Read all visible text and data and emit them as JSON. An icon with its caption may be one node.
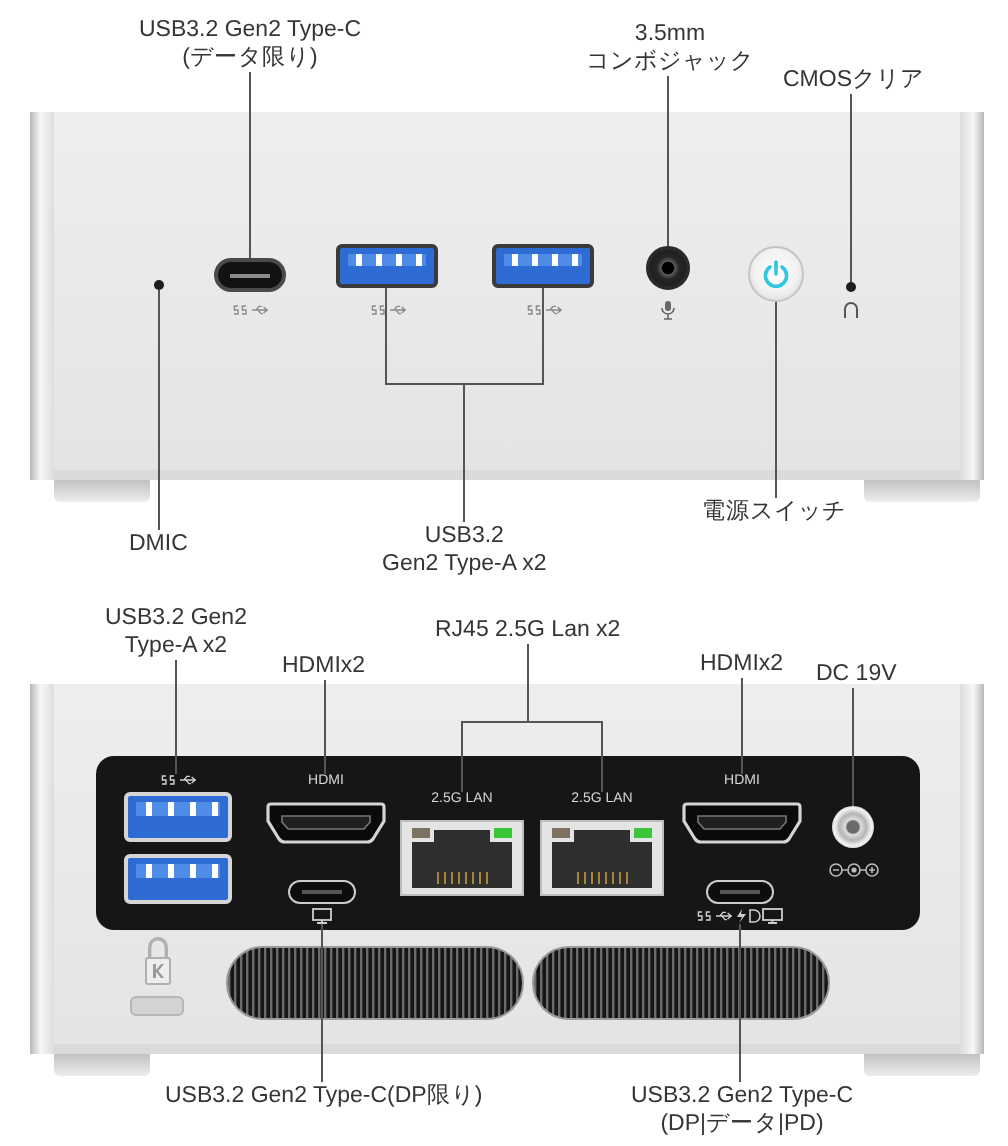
{
  "diagram": {
    "nodes": [
      {
        "text": [
          "USB3.2 Gen2 Type-C (データ限り)"
        ]
      },
      {
        "text": [
          "3.5mm コンボジャック"
        ]
      },
      {
        "text": [
          "CMOSクリア"
        ]
      },
      {
        "text": [],
        "shape": "circle"
      },
      {
        "text": [],
        "shape": "box"
      },
      {
        "text": [],
        "shape": "box"
      },
      {
        "text": [],
        "shape": "box"
      },
      {
        "text": [],
        "shape": "circle"
      },
      {
        "text": [],
        "shape": "circle"
      },
      {
        "text": [],
        "shape": "circle"
      },
      {
        "text": [
          "DMIC"
        ]
      },
      {
        "text": [
          "USB3.2 Gen2 Type-A x2"
        ]
      },
      {
        "text": [
          "電源スイッチ"
        ]
      },
      {
        "text": [
          "USB3.2 Gen2 Type-A x2"
        ]
      },
      {
        "text": [
          "RJ45 2.5G Lan x2"
        ]
      },
      {
        "text": [
          "HDMIx2"
        ]
      },
      {
        "text": [
          "HDMIx2"
        ]
      },
      {
        "text": [
          "DC 19V"
        ]
      },
      {
        "text": [],
        "shape": "box"
      },
      {
        "text": [
          "HDMI"
        ]
      },
      {
        "text": [
          "2.5G LAN"
        ]
      },
      {
        "text": [
          "2.5G LAN"
        ]
      },
      {
        "text": [
          "HDMI"
        ]
      },
      {
        "text": [],
        "shape": "circle"
      },
      {
        "text": [],
        "shape": "box"
      },
      {
        "text": [],
        "shape": "box"
      },
      {
        "text": [
          "USB3.2 Gen2 Type-C(DP限り)"
        ]
      },
      {
        "text": [
          "USB3.2 Gen2 Type-C (DP|データ|PD)"
        ]
      }
    ],
    "edges": [
      {
        "from": 0,
        "to": 4,
        "arrow": "none"
      },
      {
        "from": 1,
        "to": 7,
        "arrow": "none"
      },
      {
        "from": 2,
        "to": 9,
        "arrow": "none"
      },
      {
        "from": 10,
        "to": 3,
        "arrow": "none"
      },
      {
        "from": 11,
        "to": 5,
        "arrow": "none"
      },
      {
        "from": 11,
        "to": 6,
        "arrow": "none"
      },
      {
        "from": 12,
        "to": 8,
        "arrow": "none"
      },
      {
        "from": 13,
        "to": 18,
        "arrow": "none"
      },
      {
        "from": 14,
        "to": 20,
        "arrow": "none"
      },
      {
        "from": 14,
        "to": 21,
        "arrow": "none"
      },
      {
        "from": 15,
        "to": 19,
        "arrow": "none"
      },
      {
        "from": 16,
        "to": 22,
        "arrow": "none"
      },
      {
        "from": 17,
        "to": 23,
        "arrow": "none"
      },
      {
        "from": 26,
        "to": 24,
        "arrow": "none"
      },
      {
        "from": 27,
        "to": 25,
        "arrow": "none"
      }
    ]
  }
}
